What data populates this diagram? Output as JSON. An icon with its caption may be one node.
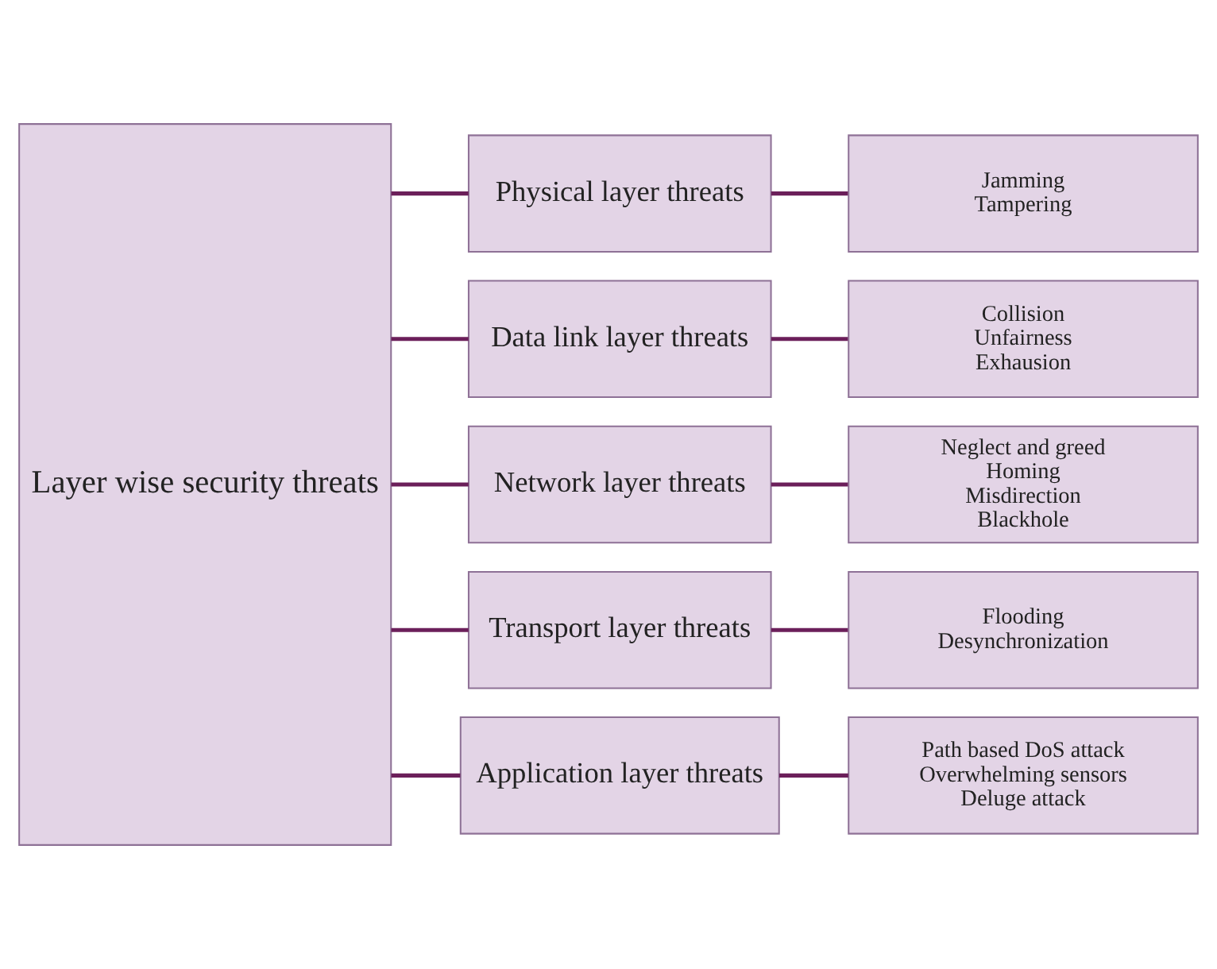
{
  "diagram": {
    "nodes": [
      {
        "text": [
          "Layer wise security threats"
        ]
      },
      {
        "text": [
          "Physical layer threats"
        ]
      },
      {
        "text": [
          "Data link layer threats"
        ]
      },
      {
        "text": [
          "Network layer threats"
        ]
      },
      {
        "text": [
          "Transport layer threats"
        ]
      },
      {
        "text": [
          "Application layer threats"
        ]
      },
      {
        "text": [
          "Jamming",
          "Tampering"
        ]
      },
      {
        "text": [
          "Collision",
          "Unfairness",
          "Exhausion"
        ]
      },
      {
        "text": [
          "Neglect and greed",
          "Homing",
          "Misdirection",
          "Blackhole"
        ]
      },
      {
        "text": [
          "Flooding",
          "Desynchronization"
        ]
      },
      {
        "text": [
          "Path based DoS attack",
          "Overwhelming sensors",
          "Deluge attack"
        ]
      }
    ],
    "edges": [
      {
        "from": 0,
        "to": 1,
        "arrow": "none"
      },
      {
        "from": 0,
        "to": 2,
        "arrow": "none"
      },
      {
        "from": 0,
        "to": 3,
        "arrow": "none"
      },
      {
        "from": 0,
        "to": 4,
        "arrow": "none"
      },
      {
        "from": 0,
        "to": 5,
        "arrow": "none"
      },
      {
        "from": 1,
        "to": 6,
        "arrow": "none"
      },
      {
        "from": 2,
        "to": 7,
        "arrow": "none"
      },
      {
        "from": 3,
        "to": 8,
        "arrow": "none"
      },
      {
        "from": 4,
        "to": 9,
        "arrow": "none"
      },
      {
        "from": 5,
        "to": 10,
        "arrow": "none"
      }
    ]
  }
}
